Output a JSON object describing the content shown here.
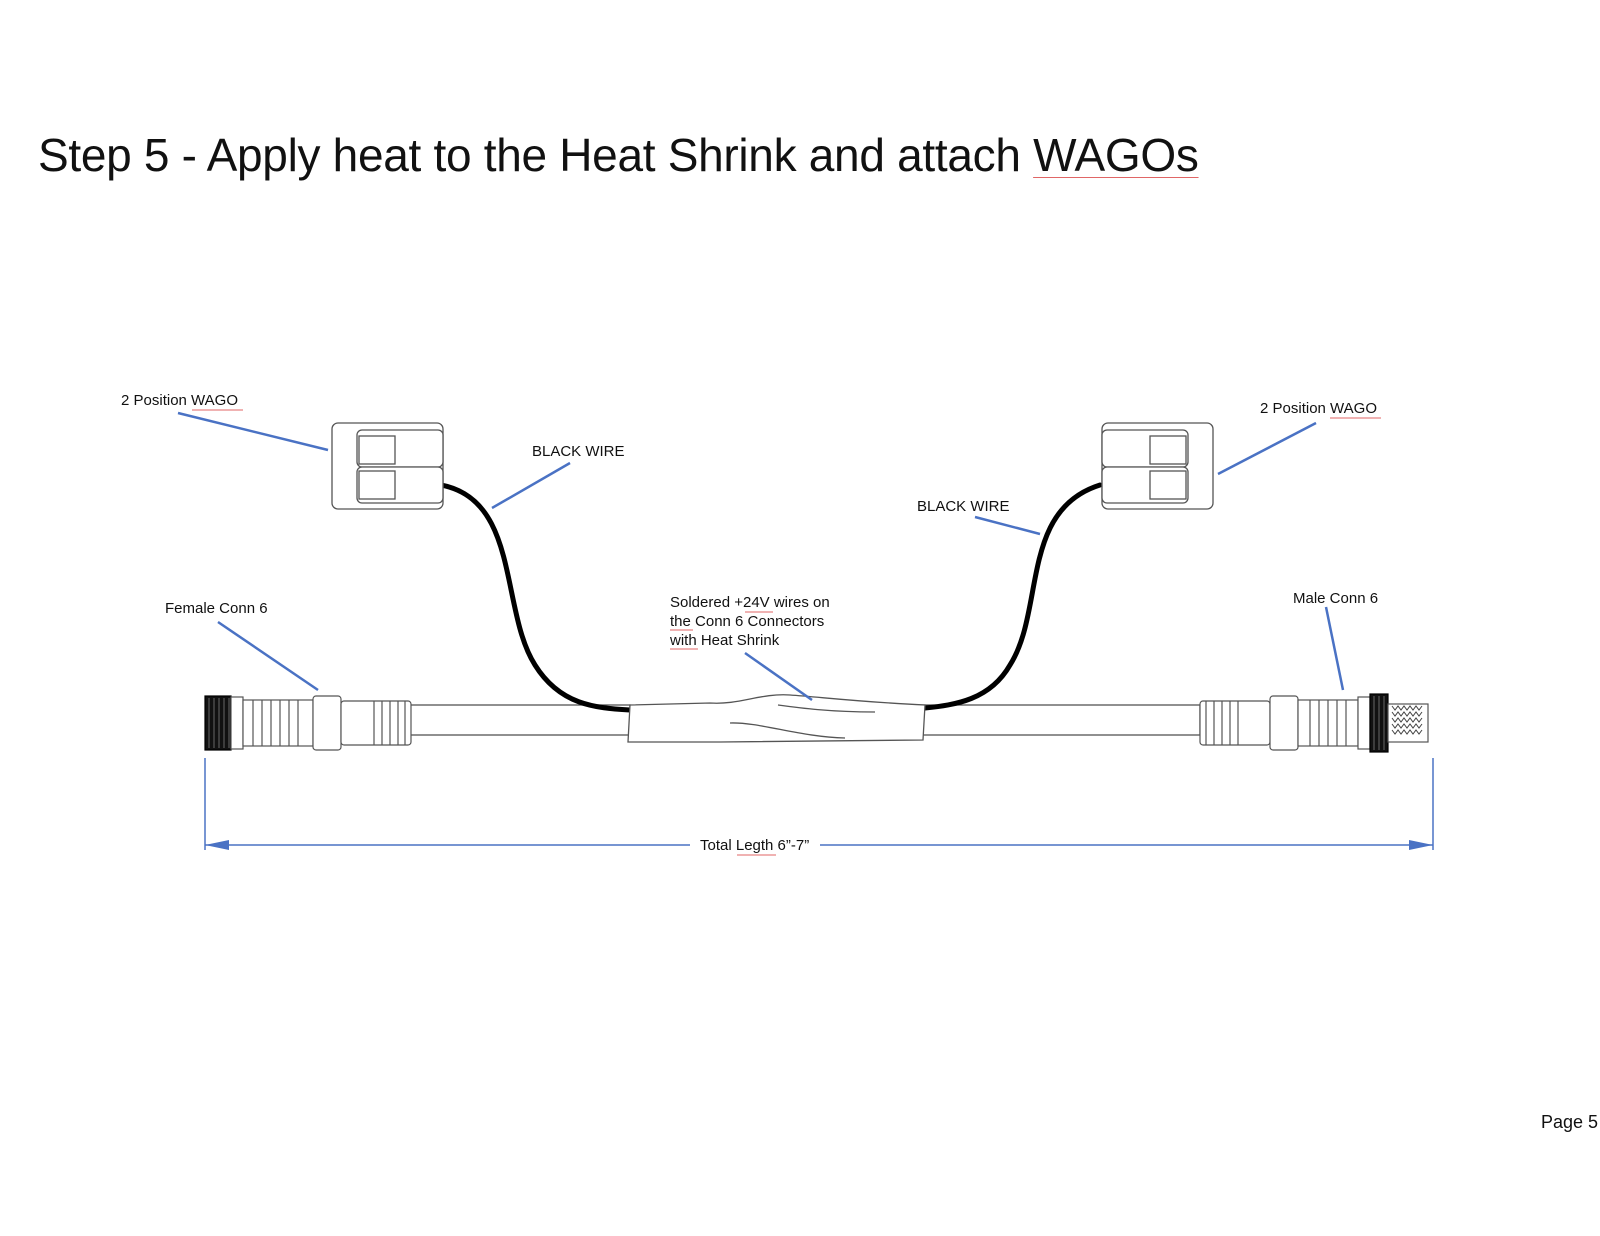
{
  "title": {
    "prefix": "Step 5 - Apply heat to the Heat Shrink and attach ",
    "flagged": "WAGOs"
  },
  "labels": {
    "wago_left": "2 Position WAGO",
    "wago_right": "2 Position WAGO",
    "black_wire_left": "BLACK WIRE",
    "black_wire_right": "BLACK WIRE",
    "female_conn": "Female Conn 6",
    "male_conn": "Male Conn 6",
    "solder_line1": "Soldered +24V wires on",
    "solder_line2": "the Conn 6 Connectors",
    "solder_line3": "with Heat Shrink",
    "total_length": "Total Legth 6”-7”"
  },
  "page_number": "Page 5",
  "colors": {
    "callout": "#4a72c4",
    "spellcheck": "#e06666",
    "wire": "#000000",
    "outline": "#555555"
  }
}
